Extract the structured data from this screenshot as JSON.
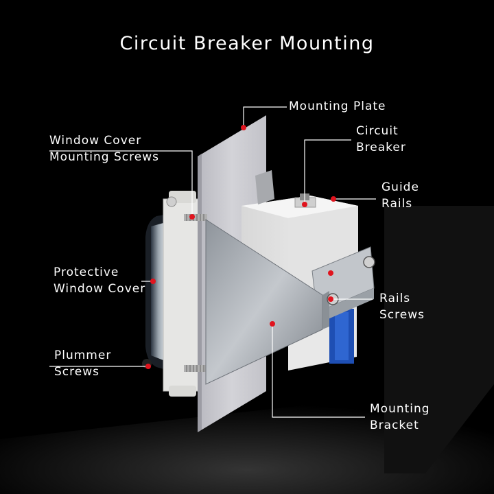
{
  "title": "Circuit Breaker Mounting",
  "labels": {
    "mounting_plate": "Mounting Plate",
    "circuit_breaker_line1": "Circuit",
    "circuit_breaker_line2": "Breaker",
    "window_cover_screws_line1": "Window Cover",
    "window_cover_screws_line2": "Mounting Screws",
    "guide_rails_line1": "Guide",
    "guide_rails_line2": "Rails",
    "protective_cover_line1": "Protective",
    "protective_cover_line2": "Window Cover",
    "rails_screws_line1": "Rails",
    "rails_screws_line2": "Screws",
    "plummer_screws_line1": "Plummer",
    "plummer_screws_line2": "Screws",
    "mounting_bracket_line1": "Mounting",
    "mounting_bracket_line2": "Bracket"
  },
  "colors": {
    "background": "#000000",
    "marker": "#e0141e",
    "leader_line": "#ffffff",
    "plate": "#c9c9cf"
  }
}
